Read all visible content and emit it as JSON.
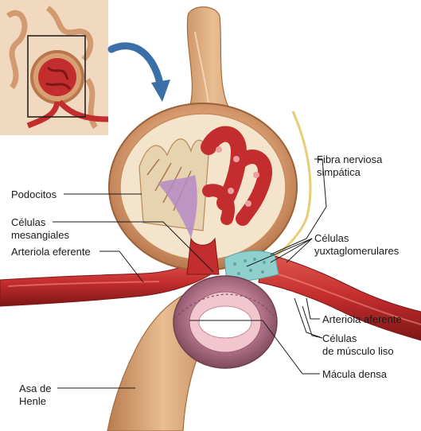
{
  "labels": {
    "podocitos": "Podocitos",
    "celulas_mesangiales_1": "Células",
    "celulas_mesangiales_2": "mesangiales",
    "arteriola_eferente": "Arteriola eferente",
    "asa_henle_1": "Asa de",
    "asa_henle_2": "Henle",
    "fibra_nerviosa_1": "Fibra nerviosa",
    "fibra_nerviosa_2": "simpática",
    "celulas_yuxta_1": "Células",
    "celulas_yuxta_2": "yuxtaglomerulares",
    "arteriola_aferente": "Arteriola aferente",
    "celulas_musculo_1": "Células",
    "celulas_musculo_2": "de músculo liso",
    "macula_densa": "Mácula densa"
  },
  "colors": {
    "background": "#ffffff",
    "tubule": "#d8a57a",
    "capsule": "#c98a5c",
    "vessel": "#c42d2d",
    "vessel_dark": "#8e1b1b",
    "podocyte": "#e8d3b0",
    "mesangial": "#b58ac6",
    "juxtaglomerular": "#8fd0cf",
    "macula": "#b8788e",
    "nerve": "#e8cc78",
    "arrow": "#3a6fa8",
    "leader": "#1a1a1a"
  }
}
